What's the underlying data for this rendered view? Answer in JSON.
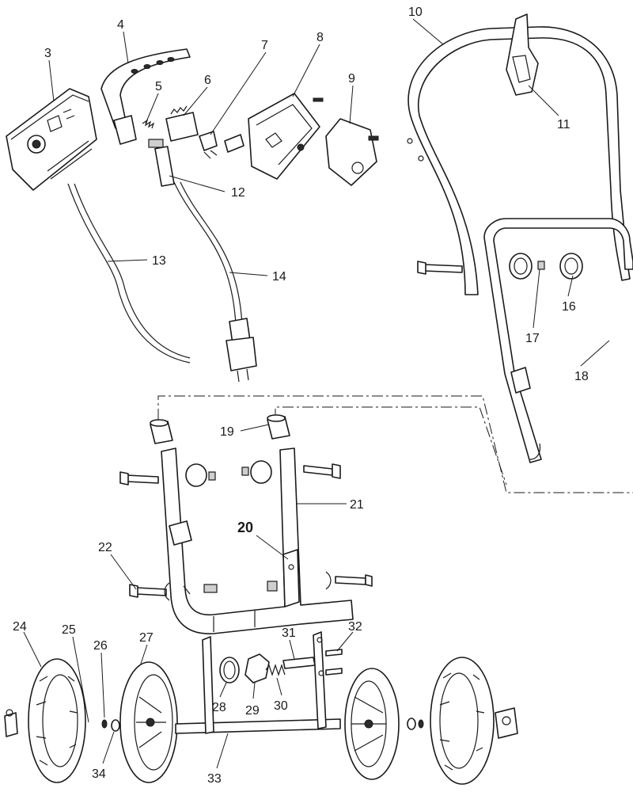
{
  "diagram": {
    "colors": {
      "line": "#1a1a1a",
      "background": "#ffffff",
      "shade": "#cfcfcf"
    },
    "labels": {
      "p3": "3",
      "p4": "4",
      "p5": "5",
      "p6": "6",
      "p7": "7",
      "p8": "8",
      "p9": "9",
      "p10": "10",
      "p11": "11",
      "p12": "12",
      "p13": "13",
      "p14": "14",
      "p16": "16",
      "p17": "17",
      "p18": "18",
      "p19": "19",
      "p20": "20",
      "p21": "21",
      "p22": "22",
      "p24": "24",
      "p25": "25",
      "p26": "26",
      "p27": "27",
      "p28": "28",
      "p29": "29",
      "p30": "30",
      "p31": "31",
      "p32": "32",
      "p33": "33",
      "p34": "34"
    }
  }
}
